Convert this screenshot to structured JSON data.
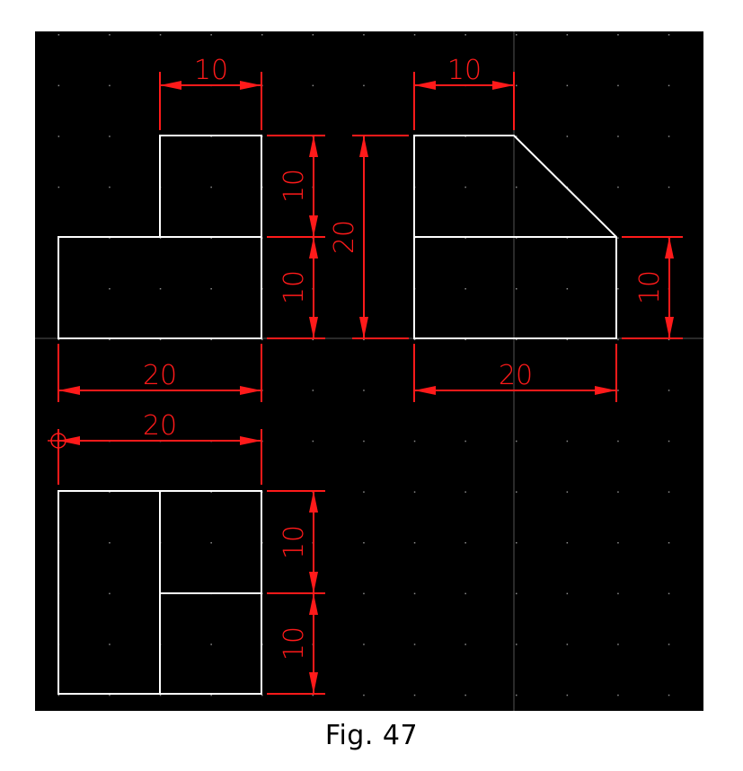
{
  "caption": "Fig. 47",
  "colors": {
    "background": "#000000",
    "geometry": "#ffffff",
    "dimension": "#ff1a1a",
    "grid": "#8a8a8a",
    "crosshair": "#555555"
  },
  "dimensions": {
    "front_top_width": "10",
    "front_upper_height": "10",
    "front_lower_height": "10",
    "front_bottom_width": "20",
    "side_total_height": "20",
    "side_top_width": "10",
    "side_right_height": "10",
    "side_bottom_width": "20",
    "top_width": "20",
    "top_upper_height": "10",
    "top_lower_height": "10"
  }
}
